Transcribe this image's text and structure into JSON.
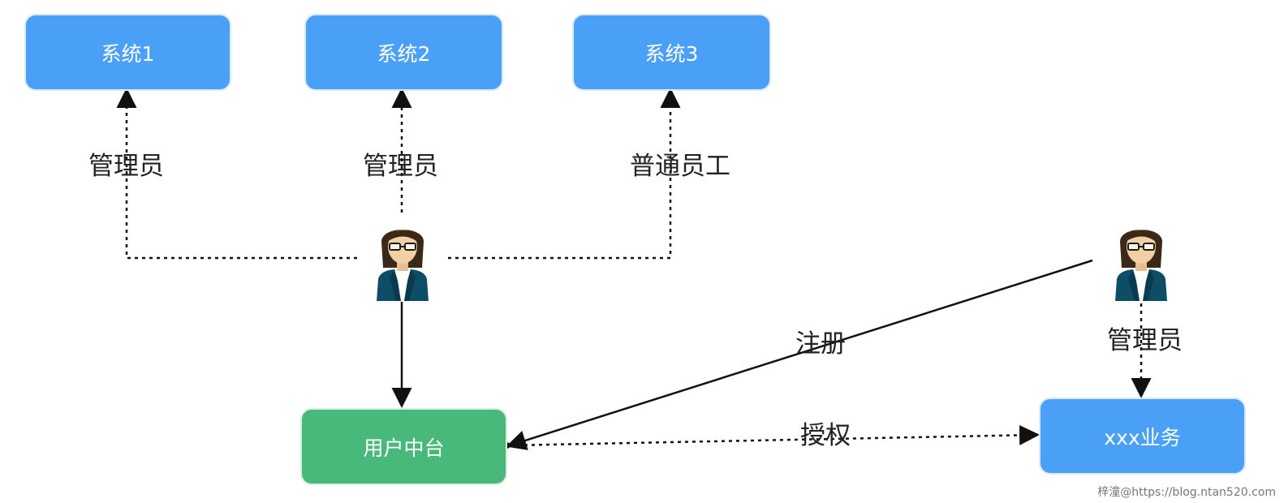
{
  "boxes": {
    "system1": "系统1",
    "system2": "系统2",
    "system3": "系统3",
    "user_center": "用户中台",
    "xxx_business": "xxx业务"
  },
  "labels": {
    "admin_1": "管理员",
    "admin_2": "管理员",
    "employee": "普通员工",
    "register": "注册",
    "authorize": "授权",
    "admin_right": "管理员"
  },
  "icons": {
    "person_left": "person-icon",
    "person_right": "person-icon"
  },
  "watermark": "梓潼@https://blog.ntan520.com",
  "colors": {
    "blue_box": "#4aa0f6",
    "green_box": "#49b97b"
  }
}
